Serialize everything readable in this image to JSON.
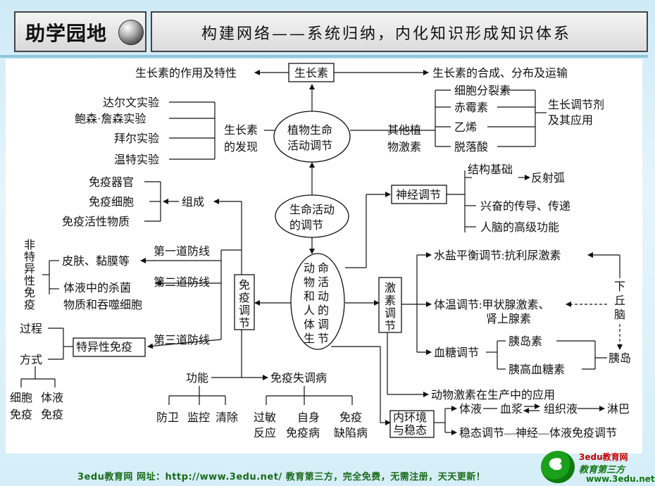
{
  "header": {
    "badge_title": "助学园地",
    "banner_title": "构建网络——系统归纳，内化知识形成知识体系"
  },
  "diagram": {
    "auxin": "生长素",
    "auxin_function": "生长素的作用及特性",
    "auxin_synthesis": "生长素的合成、分布及运输",
    "experiments": [
      "达尔文实验",
      "鲍森·詹森实验",
      "拜尔实验",
      "温特实验"
    ],
    "auxin_discovery": [
      "生长素",
      "的发现"
    ],
    "plant_regulation": [
      "植物生命",
      "活动调节"
    ],
    "other_hormones_label": [
      "其他植",
      "物激素"
    ],
    "other_hormones": [
      "细胞分裂素",
      "赤霉素",
      "乙烯",
      "脱落酸"
    ],
    "growth_regulator": [
      "生长调节剂",
      "及其应用"
    ],
    "life_regulation": [
      "生命活动",
      "的调节"
    ],
    "immune_organs": [
      "免疫器官",
      "免疫细胞",
      "免疫活性物质"
    ],
    "composition": "组成",
    "non_specific_chars": [
      "非",
      "特",
      "异",
      "性",
      "免",
      "疫"
    ],
    "first_barrier_content": "皮肤、黏膜等",
    "first_barrier": "第一道防线",
    "second_barrier_content": [
      "体液中的杀菌",
      "物质和吞噬细胞"
    ],
    "second_barrier": "第二道防线",
    "third_barrier": "第三道防线",
    "specific_immunity": "特异性免疫",
    "process": "过程",
    "method": "方式",
    "cellular_immunity": [
      "细胞",
      "免疫"
    ],
    "humoral_immunity": [
      "体液",
      "免疫"
    ],
    "immune_regulation_chars": [
      "免",
      "疫",
      "调",
      "节"
    ],
    "function": "功能",
    "immune_disorders": "免疫失调病",
    "functions": [
      "防卫",
      "监控",
      "清除"
    ],
    "disorders": [
      [
        "过敏",
        "反应"
      ],
      [
        "自身",
        "免疫病"
      ],
      [
        "免疫",
        "缺陷病"
      ]
    ],
    "animal_regulation_chars": [
      [
        "动",
        "命"
      ],
      [
        "物",
        "活"
      ],
      [
        "和",
        "动"
      ],
      [
        "人",
        "的"
      ],
      [
        "体",
        "调"
      ],
      [
        "生",
        "节"
      ]
    ],
    "neural_regulation": "神经调节",
    "structural_basis": "结构基础",
    "reflex_arc": "反射弧",
    "excitation": "兴奋的传导、传递",
    "brain_function": "人脑的高级功能",
    "hormone_regulation_chars": [
      "激",
      "素",
      "调",
      "节"
    ],
    "water_salt": "水盐平衡调节:抗利尿激素",
    "hypothalamus_chars": [
      "下",
      "丘",
      "脑"
    ],
    "body_temp": [
      "体温调节:甲状腺激素、",
      "肾上腺素"
    ],
    "blood_sugar": "血糖调节",
    "insulin": "胰岛素",
    "glucagon": "胰高血糖素",
    "pancreatic_islet": "胰岛",
    "hormone_application": "动物激素在生产中的应用",
    "homeostasis": [
      "内环境",
      "与稳态"
    ],
    "fluid_line": [
      "体液",
      "血浆",
      "组织液",
      "淋巴"
    ],
    "homeostasis_regulation": "稳态调节—神经—体液免疫调节"
  },
  "footer": {
    "text": "3edu教育网    网址：http://www.3edu.net/    教育第三方，完全免费，无需注册，天天更新！",
    "logo_mark": "3",
    "logo_line1": "3edu教育网",
    "logo_line2": "教育第三方",
    "logo_line3": "www.3edu.net"
  },
  "colors": {
    "background": "#d5eef8",
    "footer_text": "#1a6a1a"
  }
}
